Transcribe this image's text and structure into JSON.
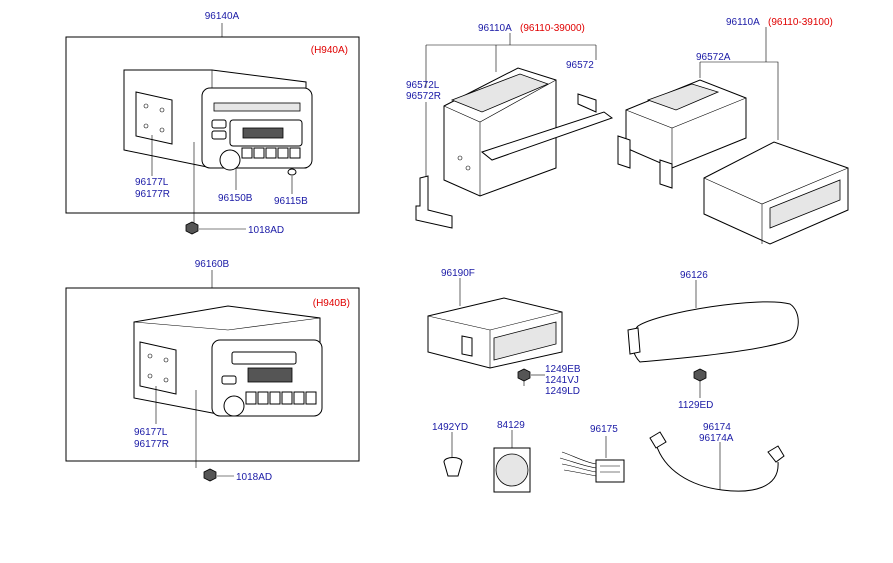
{
  "labels": {
    "radio_a_assy": "96140A",
    "radio_a_model": "(H940A)",
    "radio_a_bracket_l": "96177L",
    "radio_a_bracket_r": "96177R",
    "radio_a_knob": "96150B",
    "radio_a_button": "96115B",
    "radio_a_screw": "1018AD",
    "changer_a_assy": "96110A",
    "changer_a_code": "(96110-39000)",
    "changer_a_bracket_l": "96572L",
    "changer_a_bracket_r": "96572R",
    "changer_a_bracket": "96572",
    "changer_b_assy": "96110A",
    "changer_b_code": "(96110-39100)",
    "changer_b_bracket": "96572A",
    "radio_b_assy": "96160B",
    "radio_b_model": "(H940B)",
    "radio_b_bracket_l": "96177L",
    "radio_b_bracket_r": "96177R",
    "radio_b_screw": "1018AD",
    "amp_assy": "96190F",
    "amp_screw_1": "1249EB",
    "amp_screw_2": "1241VJ",
    "amp_screw_3": "1249LD",
    "antenna_amp": "96126",
    "antenna_amp_screw": "1129ED",
    "clip": "1492YD",
    "plug": "84129",
    "harness": "96175",
    "cable_1": "96174",
    "cable_2": "96174A"
  }
}
